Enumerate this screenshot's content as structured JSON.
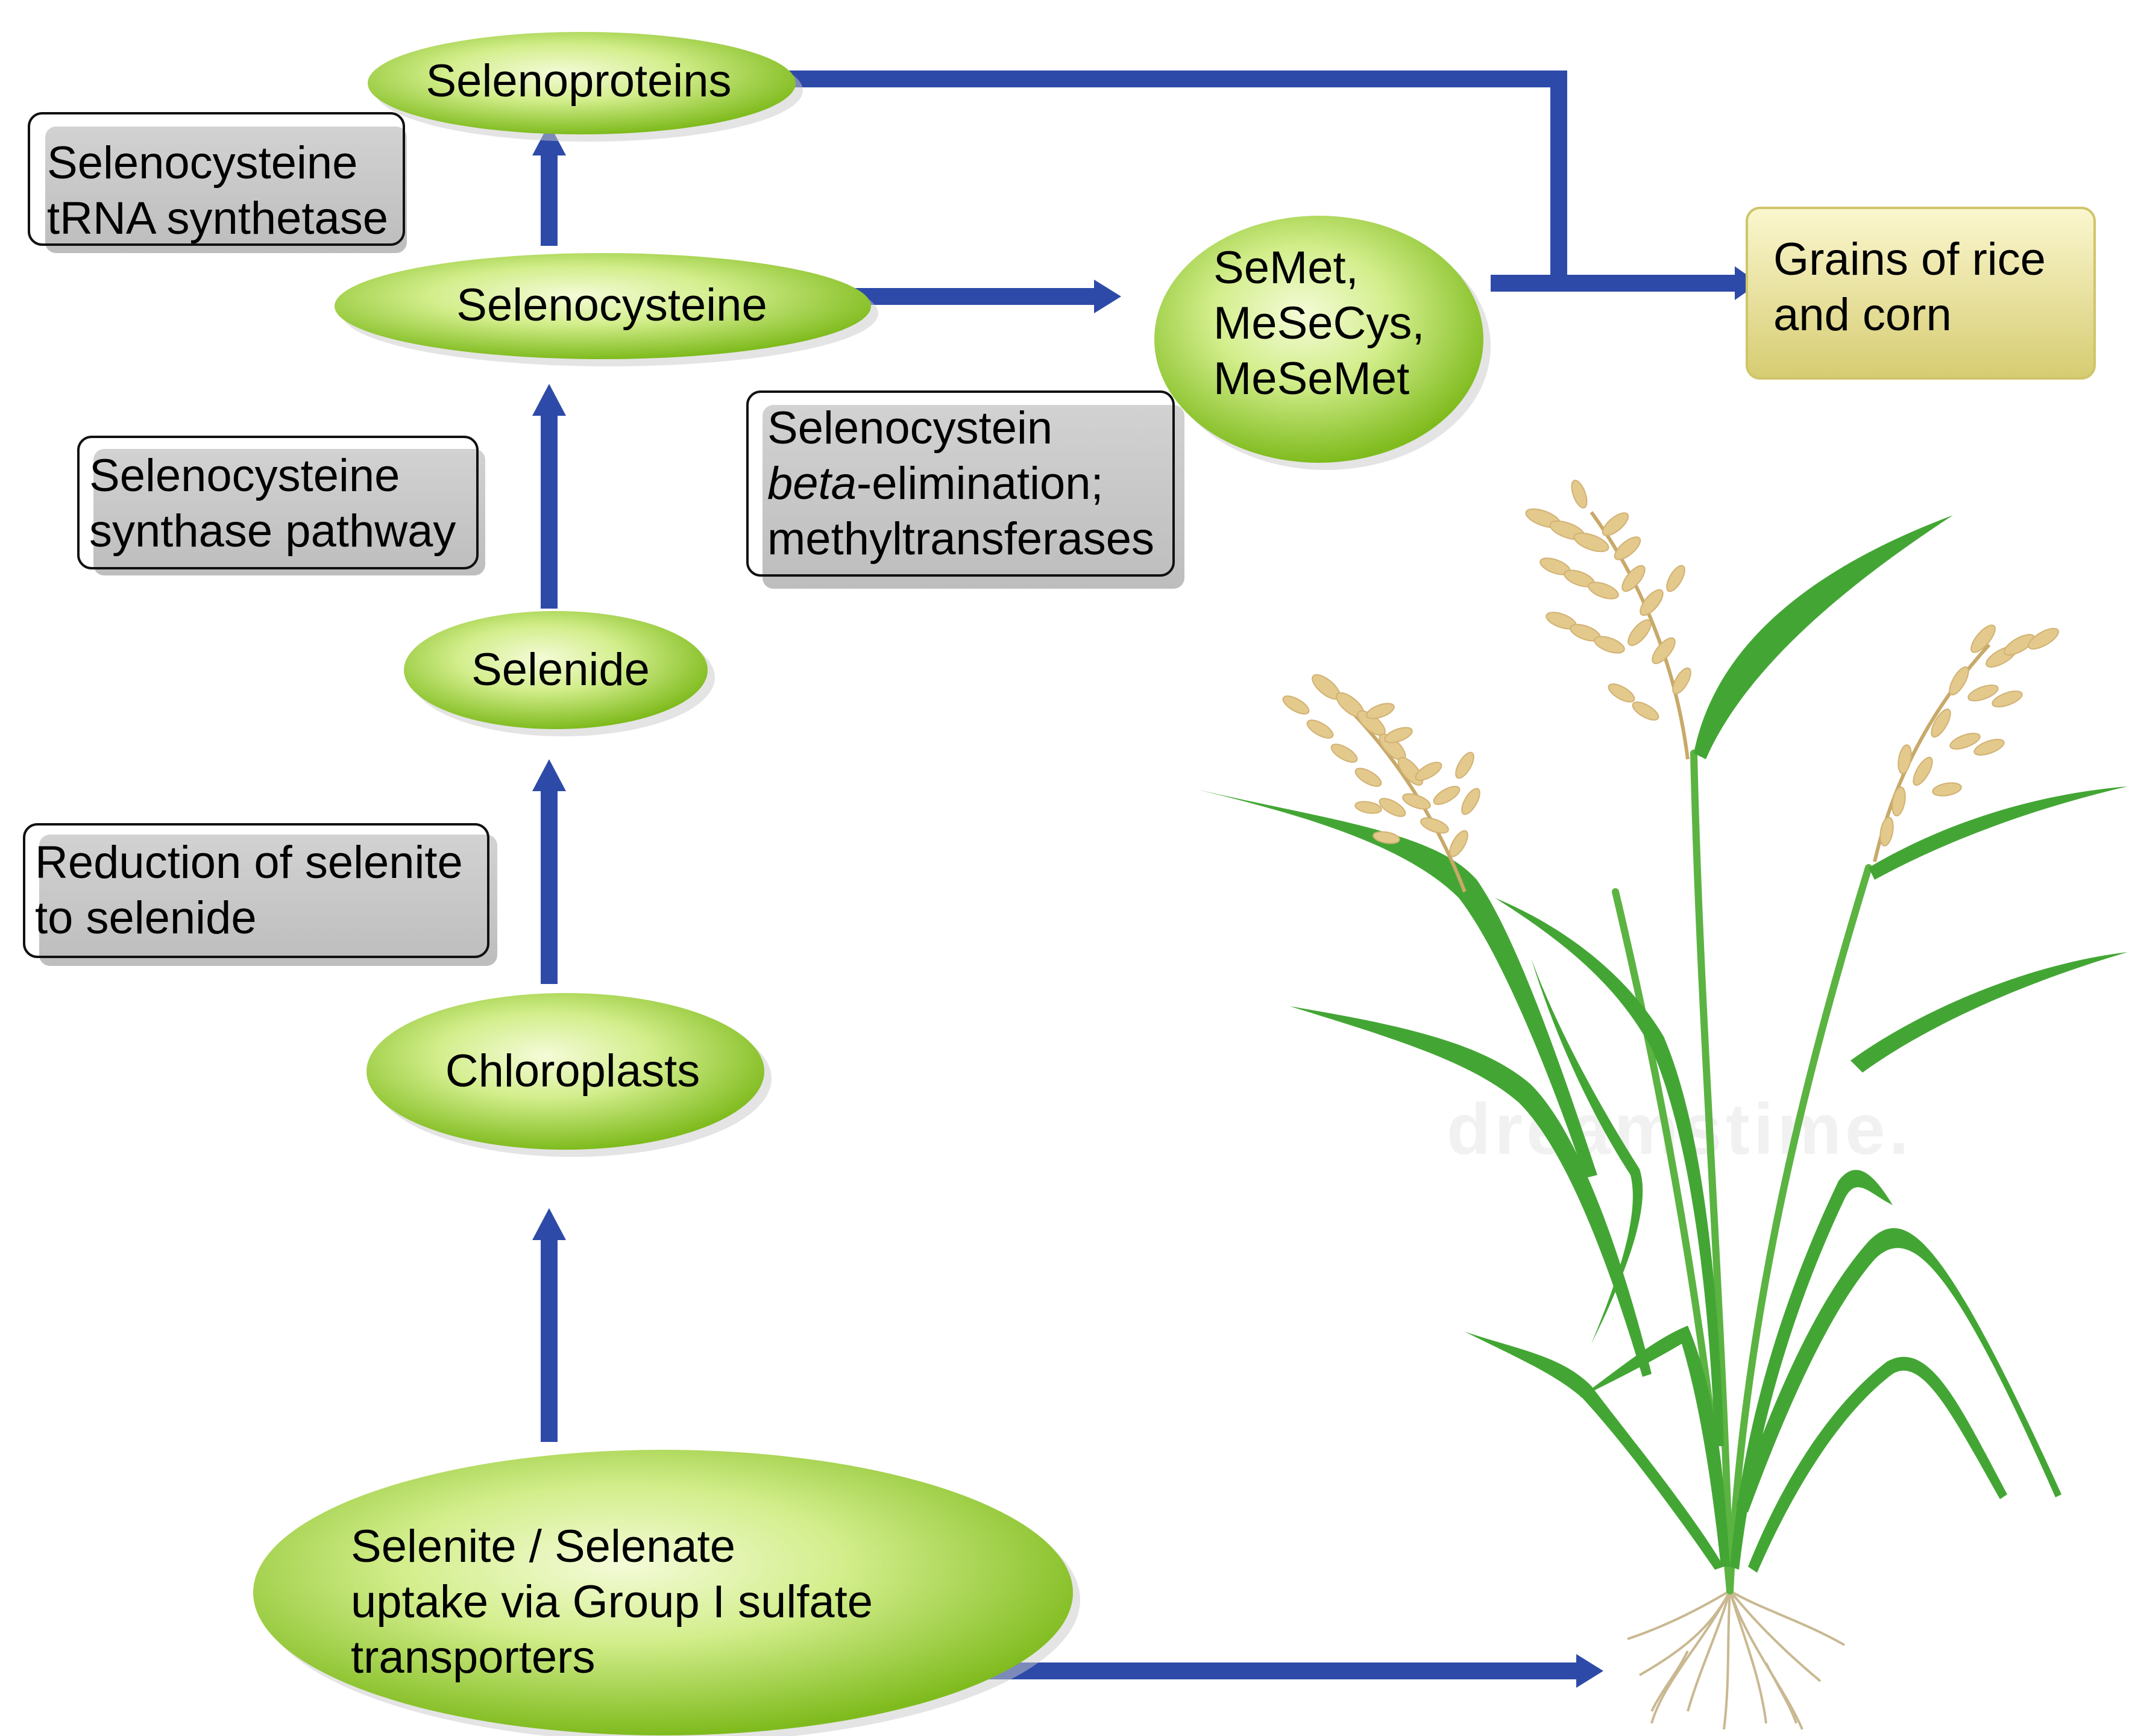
{
  "nodes": {
    "selenoproteins": "Selenoproteins",
    "selenocysteine": "Selenocysteine",
    "selenide": "Selenide",
    "chloroplasts": "Chloroplasts",
    "semet_group": [
      "SeMet,",
      "MeSeCys,",
      "MeSeMet"
    ],
    "uptake": [
      "Selenite / Selenate",
      "uptake via Group I sulfate",
      "transporters"
    ],
    "grains": [
      "Grains of rice",
      "and corn"
    ]
  },
  "enzymes": {
    "trna": [
      "Selenocysteine",
      "tRNA synthetase"
    ],
    "synthase": [
      "Selenocysteine",
      "synthase pathway"
    ],
    "reduction": [
      "Reduction of selenite",
      "to selenide"
    ],
    "beta_line1": "Selenocystein",
    "beta_italic": "beta",
    "beta_rest": "-elimination;",
    "beta_line3": "methyltransferases"
  },
  "watermark": "dreamstime.",
  "colors": {
    "arrow": "#2e4aa8",
    "ellipse_light": "#f2fbd2",
    "ellipse_dark": "#86c020",
    "enzyme_box": "#c8c8c8",
    "grains_box": "#dcd27a",
    "leaf": "#4caf3a",
    "grain": "#e3c98c",
    "root": "#c9b891"
  }
}
